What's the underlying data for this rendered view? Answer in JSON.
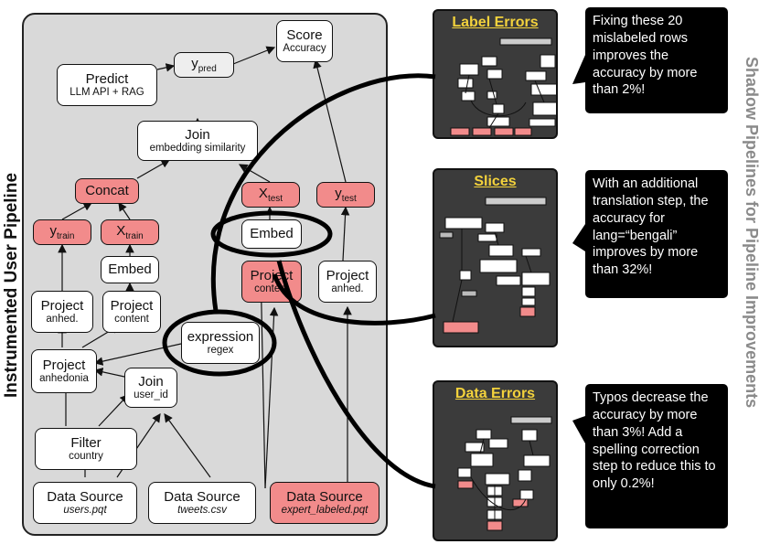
{
  "left_title": "Instrumented User Pipeline",
  "right_title": "Shadow Pipelines for Pipeline Improvements",
  "nodes": {
    "score": {
      "title": "Score",
      "sub": "Accuracy"
    },
    "ypred": {
      "sym": "y",
      "sub": "pred"
    },
    "predict": {
      "title": "Predict",
      "sub": "LLM API + RAG"
    },
    "join_embed": {
      "title": "Join",
      "sub": "embedding similarity"
    },
    "concat": {
      "title": "Concat"
    },
    "xtest": {
      "sym": "X",
      "sub": "test"
    },
    "ytest": {
      "sym": "y",
      "sub": "test"
    },
    "ytrain": {
      "sym": "y",
      "sub": "train"
    },
    "xtrain": {
      "sym": "X",
      "sub": "train"
    },
    "embed_train": {
      "title": "Embed"
    },
    "embed_test": {
      "title": "Embed"
    },
    "project_anhed_train": {
      "title": "Project",
      "sub": "anhed."
    },
    "project_content_train": {
      "title": "Project",
      "sub": "content"
    },
    "project_content_test": {
      "title": "Project",
      "sub": "content"
    },
    "project_anhed_test": {
      "title": "Project",
      "sub": "anhed."
    },
    "expression": {
      "title": "expression",
      "sub": "regex"
    },
    "project_anhedonia": {
      "title": "Project",
      "sub": "anhedonia"
    },
    "join_user": {
      "title": "Join",
      "sub": "user_id"
    },
    "filter": {
      "title": "Filter",
      "sub": "country"
    },
    "source_users": {
      "title": "Data Source",
      "sub": "users.pqt"
    },
    "source_tweets": {
      "title": "Data Source",
      "sub": "tweets.csv"
    },
    "source_expert": {
      "title": "Data Source",
      "sub": "expert_labeled.pqt"
    }
  },
  "shadows": [
    {
      "title": "Label Errors",
      "callout": "Fixing these 20 mislabeled rows improves the accuracy by more than  2%!"
    },
    {
      "title": "Slices",
      "callout": "With an additional translation step, the accuracy for lang=“bengali” improves by more than 32%!"
    },
    {
      "title": "Data Errors",
      "callout": "Typos decrease the accuracy by more than 3%! Add a spelling correction step to reduce this to only 0.2%!"
    }
  ],
  "colors": {
    "error_node": "#f28b8b",
    "panel": "#d9d9d9",
    "shadow_bg": "#3b3b3b",
    "shadow_title": "#f3d23c",
    "right_title": "#8a8a8a"
  }
}
